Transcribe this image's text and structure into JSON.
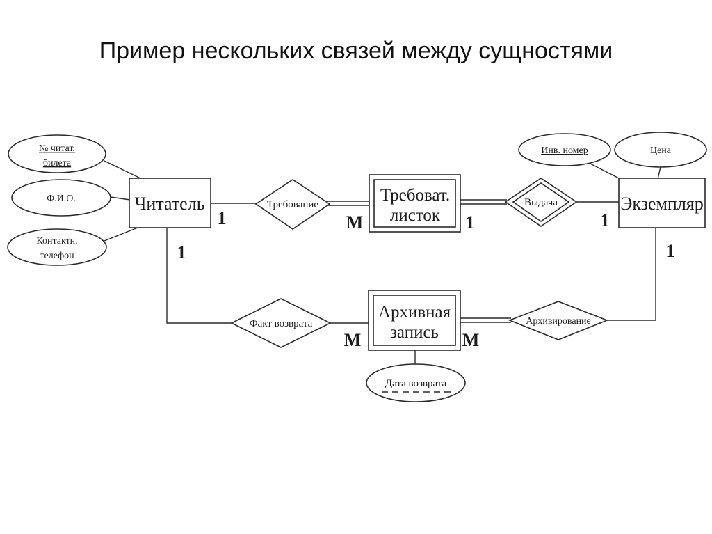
{
  "title": "Пример нескольких связей между сущностями",
  "diagram": {
    "entities": {
      "reader": {
        "label": "Читатель"
      },
      "request_sheet": {
        "line1": "Требоват.",
        "line2": "листок"
      },
      "copy": {
        "label": "Экземпляр"
      },
      "archive_record": {
        "line1": "Архивная",
        "line2": "запись"
      }
    },
    "relationships": {
      "request": {
        "label": "Требование"
      },
      "issue": {
        "label": "Выдача"
      },
      "return_fact": {
        "label": "Факт возврата"
      },
      "archiving": {
        "label": "Архивирование"
      }
    },
    "attributes": {
      "reader_ticket_no": {
        "line1": "№ читат.",
        "line2": "билета",
        "key": true
      },
      "full_name": {
        "label": "Ф.И.О."
      },
      "contact_phone": {
        "line1": "Контактн.",
        "line2": "телефон"
      },
      "inventory_no": {
        "label": "Инв. номер",
        "key": true
      },
      "price": {
        "label": "Цена"
      },
      "return_date": {
        "label": "Дата возврата",
        "derived": true
      }
    },
    "cardinalities": {
      "reader_to_request": "1",
      "reader_to_return": "1",
      "sheet_from_request": "М",
      "sheet_to_issue": "1",
      "copy_from_issue": "1",
      "copy_to_archiving": "1",
      "archive_from_return": "М",
      "archive_to_archiving": "М"
    },
    "colors": {
      "stroke": "#2a2a2a",
      "background": "#ffffff",
      "text": "#1c1c1c"
    }
  }
}
